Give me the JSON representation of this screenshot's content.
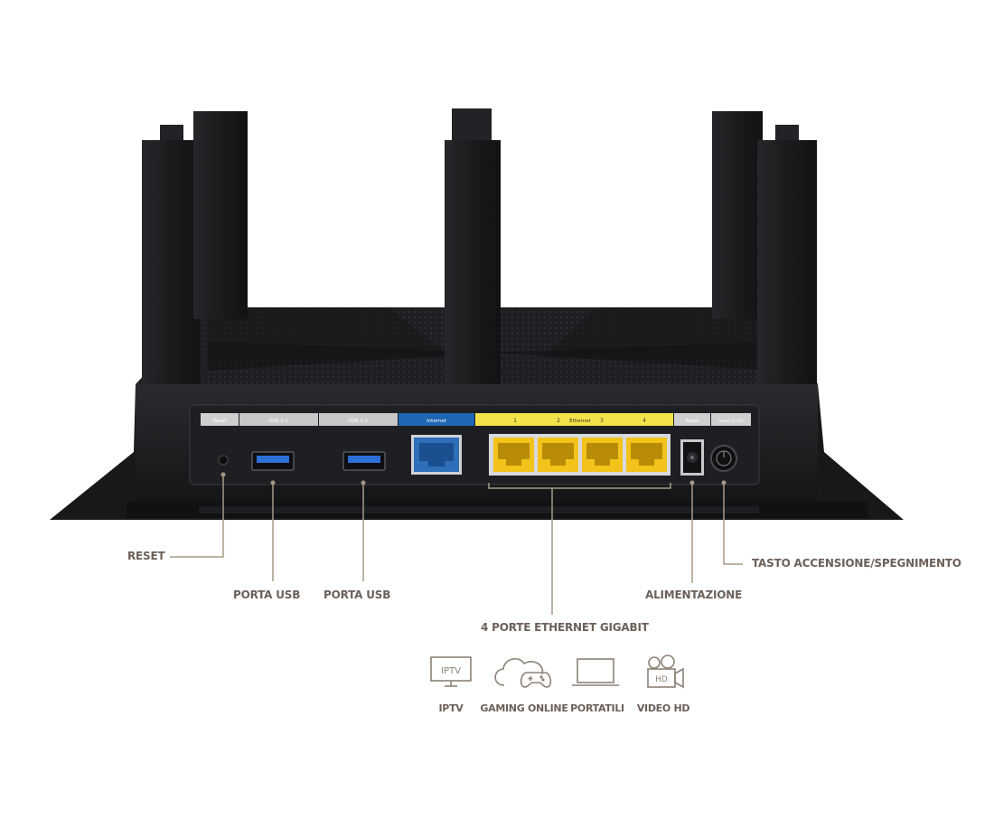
{
  "port_labels": {
    "reset": "Reset",
    "usb_a": "USB 3.0",
    "usb_b": "USB 3.0",
    "internet": "Internet",
    "eth_1": "1",
    "eth_2": "2",
    "eth_title": "Ethernet",
    "eth_3": "3",
    "eth_4": "4",
    "power": "Power",
    "power_onoff": "Power On/Off"
  },
  "callouts": {
    "reset": "RESET",
    "usb_1": "PORTA USB",
    "usb_2": "PORTA USB",
    "ethernet": "4 PORTE ETHERNET GIGABIT",
    "power": "ALIMENTAZIONE",
    "power_button": "TASTO ACCENSIONE/SPEGNIMENTO"
  },
  "features": [
    {
      "icon": "iptv-icon",
      "icon_text": "IPTV",
      "label": "IPTV"
    },
    {
      "icon": "cloud-gamepad-icon",
      "icon_text": "",
      "label": "GAMING ONLINE"
    },
    {
      "icon": "laptop-icon",
      "icon_text": "",
      "label": "PORTATILI"
    },
    {
      "icon": "video-camera-icon",
      "icon_text": "HD",
      "label": "VIDEO HD"
    }
  ],
  "colors": {
    "router_body": "#1b1c1e",
    "internet_port": "#2d6fb8",
    "ethernet_port": "#f3c21b",
    "label_strip": "#cfcfcf",
    "ethernet_strip": "#f4e24a",
    "internet_strip": "#1f66b3",
    "callout_line": "#a89a86",
    "callout_text": "#6b6159"
  }
}
